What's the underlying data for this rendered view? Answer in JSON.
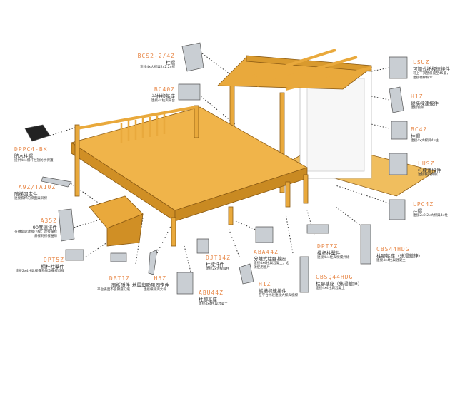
{
  "colors": {
    "wood": "#e9a93c",
    "wood_dark": "#b97a1c",
    "metal": "#c9ced3",
    "label": "#e8894a"
  },
  "connectors": [
    {
      "code": "BCS2-2/4Z",
      "name": "柱帽",
      "desc": "連接4x大樑與2x2.2x樑"
    },
    {
      "code": "BC40Z",
      "name": "半柱樑基座",
      "desc": "連接4x柱與平台"
    },
    {
      "code": "DPPC4-BK",
      "name": "防水柱帽",
      "desc": "提供4x4欄杆柱頂防水保護"
    },
    {
      "code": "TA9Z/TA10Z",
      "name": "階梯固定件",
      "desc": "連接欄桿的梯面與斜樑"
    },
    {
      "code": "A35Z",
      "name": "90度連接件",
      "desc": "在轉角處連接小樑；連接欄桿",
      "desc2": "斜樑到樑樑邊緣"
    },
    {
      "code": "DPT5Z",
      "name": "欄杆柱擊件",
      "desc": "連接2x4柱與樑攔外緣及欄桿斜樑"
    },
    {
      "code": "DBT1Z",
      "name": "面板隱件",
      "desc": "平台表面不會顯露釘痕"
    },
    {
      "code": "H5Z",
      "name": "地震與颱風固定件",
      "desc": "連接橫樑與大樑"
    },
    {
      "code": "DJT14Z",
      "name": "柱樑托件",
      "desc": "連接2x大樑與柱"
    },
    {
      "code": "ABU44Z",
      "name": "柱腳基座",
      "desc": "連接4x4柱與混凝土"
    },
    {
      "code": "ABA44Z",
      "name": "分離式柱腳基座",
      "desc": "連接4x4柱與混凝土，必",
      "desc2": "須使用墊片"
    },
    {
      "code": "H1Z",
      "name": "縱橫樑連接件",
      "desc": "在平台中段連接大樑與橫樑"
    },
    {
      "code": "DPT7Z",
      "name": "欄杆柱擊件",
      "desc": "連接4x4柱與樑攔外緣"
    },
    {
      "code": "CBSQ44HDG",
      "name": "柱腳基座（熱浸鍍鋅）",
      "desc": "連接4x4柱與混凝土"
    },
    {
      "code": "CBS44HDG",
      "name": "柱腳基座（熱浸鍍鋅）",
      "desc": "連接4x4柱與混凝土"
    },
    {
      "code": "LSUZ",
      "name": "可調式托樑連接件",
      "desc": "可上下調整斜度至45度，",
      "desc2": "連接樓梯樑木"
    },
    {
      "code": "H1Z",
      "name": "縱橫樑連接件",
      "desc": "連接側樑"
    },
    {
      "code": "BC4Z",
      "name": "柱帽",
      "desc": "連接4x大樑與4x柱"
    },
    {
      "code": "LUSZ",
      "name": "托樑連接件",
      "desc": "連接橫與側樑"
    },
    {
      "code": "LPC4Z",
      "name": "柱帽",
      "desc": "連接2x2.2x大樑與4x柱"
    }
  ]
}
